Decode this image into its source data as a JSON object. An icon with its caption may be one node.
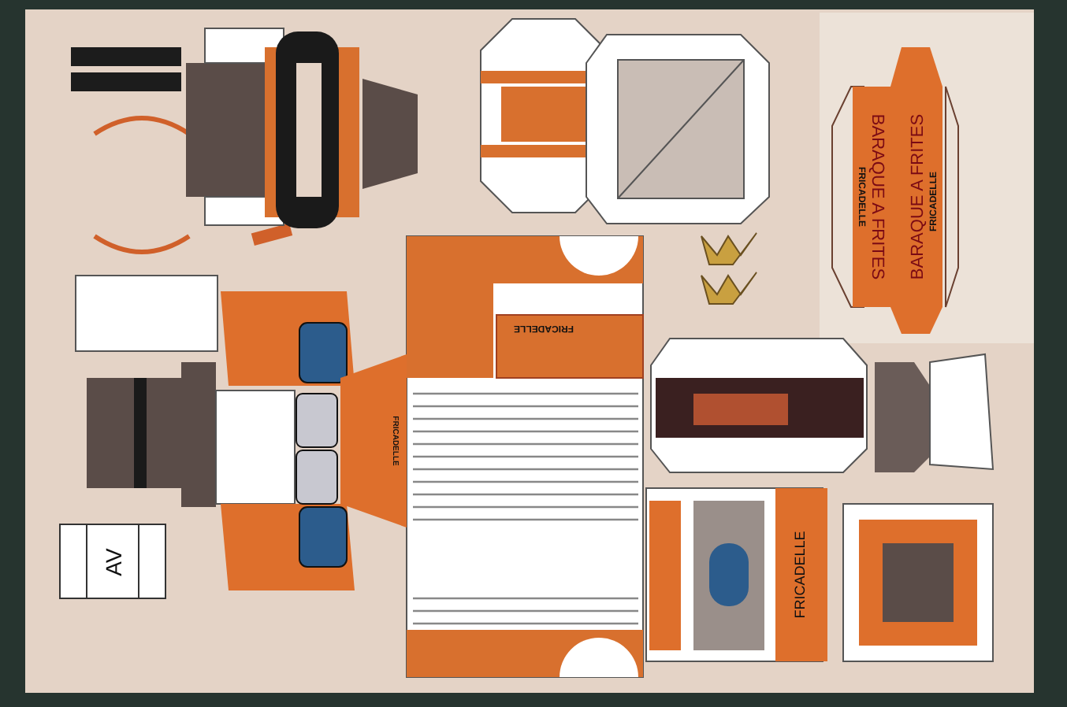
{
  "diagram": {
    "labels": [
      "BARAQUE A FRITES",
      "FRICADELLE",
      "BARAQUE A FRITES",
      "FRICADELLE",
      "FRICADELLE",
      "FRICADELLE",
      "AV",
      "FRICADELLE"
    ]
  }
}
